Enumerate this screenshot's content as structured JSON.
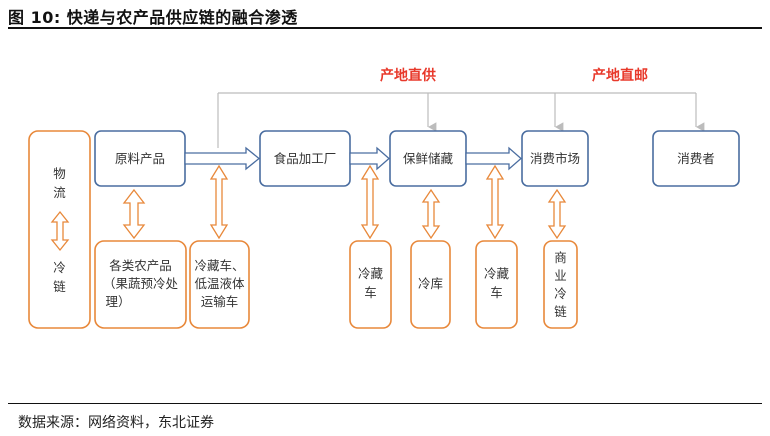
{
  "figure": {
    "title": "图 10: 快递与农产品供应链的融合渗透",
    "source": "数据来源：网络资料，东北证券"
  },
  "labels": {
    "direct_supply": "产地直供",
    "direct_mail": "产地直邮"
  },
  "chain_nodes": [
    {
      "id": "raw",
      "text": "原料产品"
    },
    {
      "id": "food",
      "text": "食品加工厂"
    },
    {
      "id": "fresh",
      "text": "保鲜储藏"
    },
    {
      "id": "market",
      "text": "消费市场"
    },
    {
      "id": "consumer",
      "text": "消费者"
    }
  ],
  "logistics": {
    "main": [
      "物",
      "流",
      "冷",
      "链"
    ],
    "farm": [
      "各类农产品",
      "（果蔬预冷处",
      "理）"
    ],
    "transport": [
      "冷藏车、",
      "低温液体",
      "运输车"
    ],
    "truck1": [
      "冷藏",
      "车"
    ],
    "storage": [
      "冷库"
    ],
    "truck2": [
      "冷藏",
      "车"
    ],
    "commercial": [
      "商",
      "业",
      "冷",
      "链"
    ]
  },
  "colors": {
    "chain_border": "#4a6da0",
    "logistics_border": "#e8883a",
    "highlight_text": "#e8392b",
    "connector": "#bcbcbc"
  }
}
